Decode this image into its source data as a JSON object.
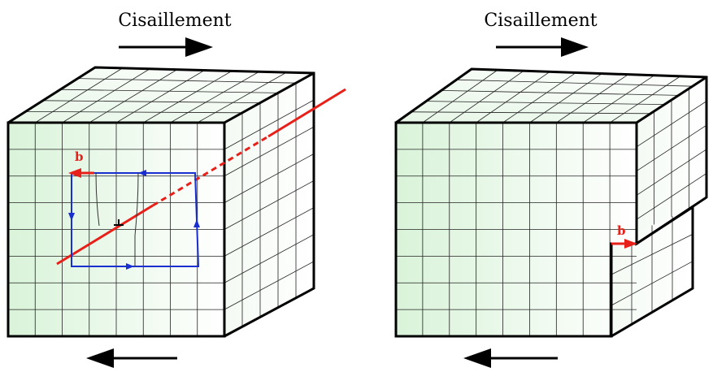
{
  "figure": {
    "left_panel": {
      "title": "Cisaillement",
      "burgers_label": "b",
      "description": "Dislocation coin dans un cube cisaillé avec circuit de Burgers"
    },
    "right_panel": {
      "title": "Cisaillement",
      "burgers_label": "b"
    }
  },
  "colors": {
    "outline": "#000000",
    "grid": "#222222",
    "face_gradient_left": "#dff5df",
    "face_gradient_right": "#ffffff",
    "dislocation_line": "#e8201a",
    "burgers_circuit": "#1a2fd0",
    "burgers_vector": "#e8201a"
  }
}
